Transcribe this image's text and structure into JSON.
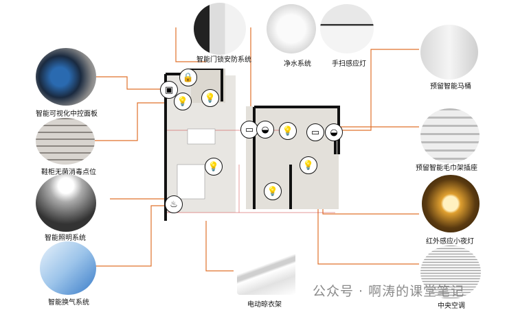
{
  "title": "智能家居点位示意",
  "labels": {
    "door_lock": "智能门锁安防系统",
    "water": "净水系统",
    "hand_light": "手扫感应灯",
    "toilet": "预留智能马桶",
    "control_panel": "智能可视化中控面板",
    "shoe_cabinet": "鞋柜无菌消毒点位",
    "towel_rack": "预留智能毛巾架插座",
    "lighting": "智能照明系统",
    "night_light": "红外感应小夜灯",
    "ventilation": "智能换气系统",
    "clothes_rack": "电动晾衣架",
    "ac": "中央空调"
  },
  "watermark": "公众号 · 啊涛的课堂笔记",
  "colors": {
    "leader": "#e0702a",
    "wall": "#111111",
    "floor": "#e6e4e0"
  }
}
